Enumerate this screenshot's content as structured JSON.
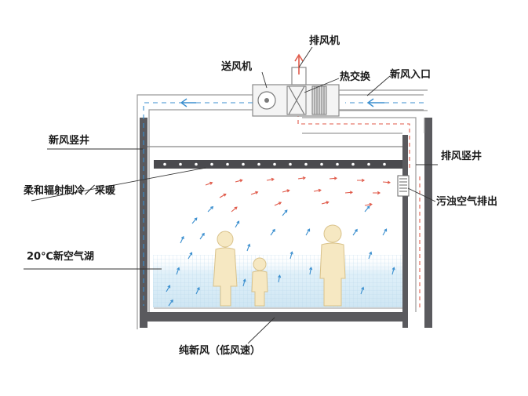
{
  "labels": {
    "exhaust_fan": "排风机",
    "supply_fan": "送风机",
    "heat_exchange": "热交换",
    "fresh_air_inlet": "新风入口",
    "fresh_air_shaft": "新风竖井",
    "exhaust_shaft": "排风竖井",
    "radiant_panel": "柔和辐射制冷／采暖",
    "dirty_air_exhaust": "污浊空气排出",
    "air_lake": "20℃新空气湖",
    "pure_fresh_air": "纯新风（低风速）"
  },
  "colors": {
    "wall": "#5a5a5e",
    "fresh_air_arrow": "#3b8fcf",
    "exhaust_arrow": "#e05a4a",
    "air_lake": "#cfe6f3",
    "person": "#f6e8c2"
  }
}
